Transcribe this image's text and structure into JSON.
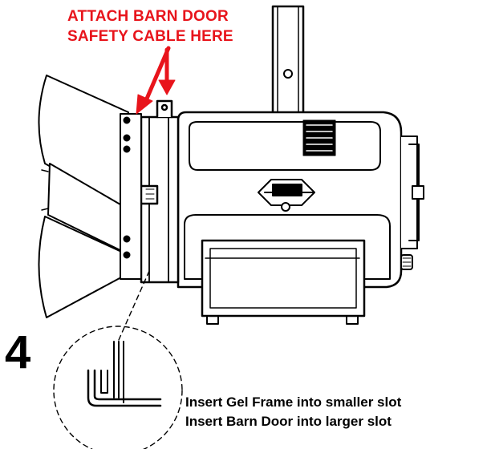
{
  "callout": {
    "line1": "ATTACH BARN DOOR",
    "line2": "SAFETY CABLE HERE"
  },
  "step_number": "4",
  "instructions": {
    "line1": "Insert Gel Frame into smaller slot",
    "line2": "Insert Barn Door into larger slot"
  },
  "colors": {
    "callout": "#e8141b",
    "line": "#000000",
    "fill": "#ffffff"
  },
  "icons": [
    "arrow-icon",
    "fixture-drawing",
    "detail-magnifier"
  ]
}
